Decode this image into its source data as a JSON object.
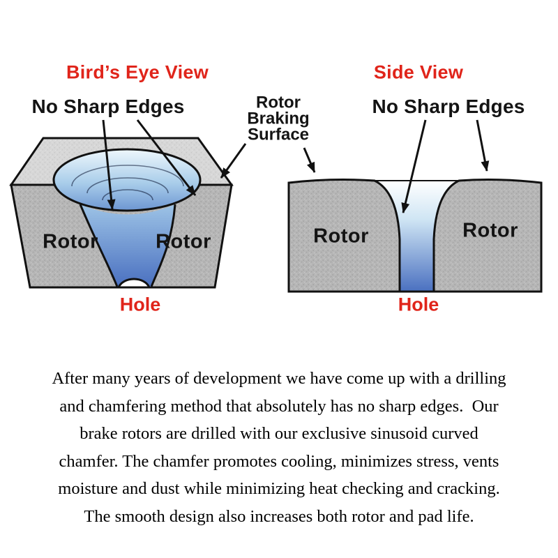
{
  "colors": {
    "accent_red": "#e0241a",
    "text_black": "#141414",
    "outline": "#111111",
    "rotor_gray": "#b6b6b6",
    "rotor_gray_light": "#d7d7d7",
    "hole_blue_light": "#eef7fc",
    "hole_blue_deep": "#4a70c0"
  },
  "labels": {
    "birdseye_title": "Bird’s Eye View",
    "side_title": "Side View",
    "no_sharp_edges_left": "No Sharp Edges",
    "no_sharp_edges_right": "No Sharp Edges",
    "braking_surface_line1": "Rotor",
    "braking_surface_line2": "Braking",
    "braking_surface_line3": "Surface",
    "rotor_birdseye_left": "Rotor",
    "rotor_birdseye_right": "Rotor",
    "rotor_side_left": "Rotor",
    "rotor_side_right": "Rotor",
    "hole_birdseye": "Hole",
    "hole_side": "Hole"
  },
  "paragraph": {
    "lines": [
      "After many years of development we have come up with a drilling",
      "and chamfering method that absolutely has no sharp edges.  Our",
      "brake rotors are drilled with our exclusive sinusoid curved",
      "chamfer. The chamfer promotes cooling, minimizes stress, vents",
      "moisture and dust while minimizing heat checking and cracking.",
      "The smooth design also increases both rotor and pad life."
    ]
  }
}
